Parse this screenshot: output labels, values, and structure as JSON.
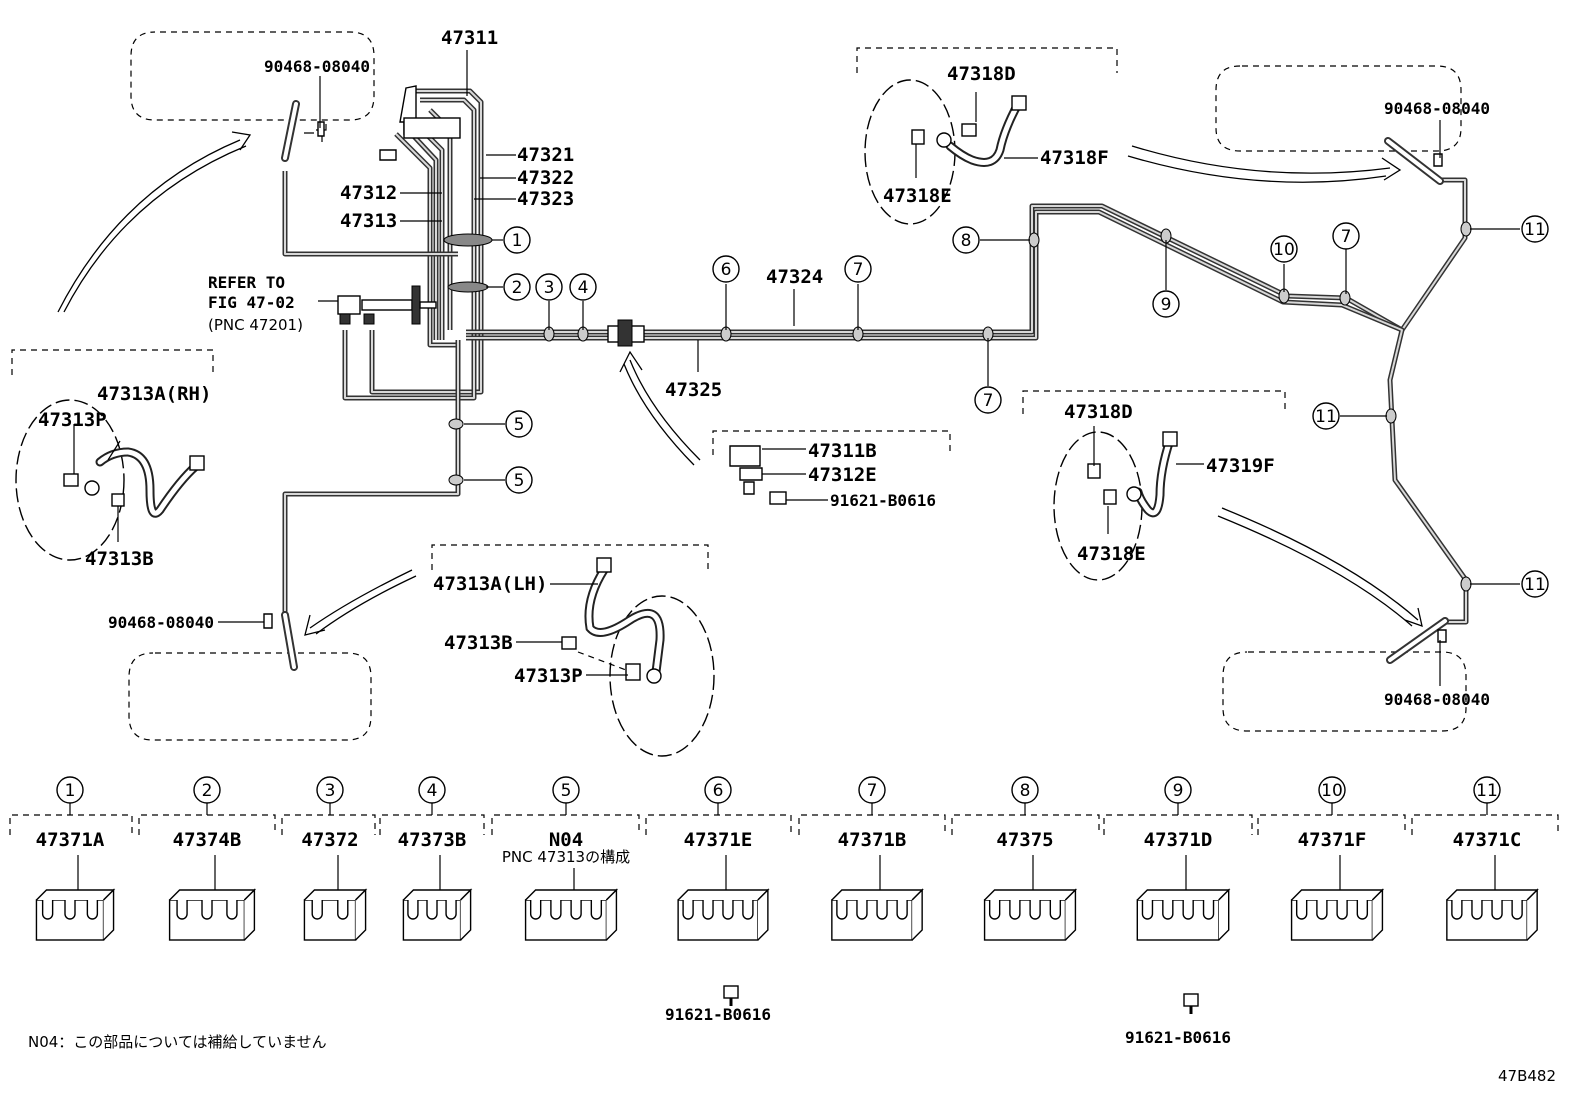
{
  "labels": {
    "p47311": "47311",
    "p47321": "47321",
    "p47322": "47322",
    "p47323": "47323",
    "p47312": "47312",
    "p47313": "47313",
    "refer1": "REFER TO",
    "refer2": "FIG 47-02",
    "refer3": "(PNC 47201)",
    "p47324": "47324",
    "p47325": "47325",
    "p47311B": "47311B",
    "p47312E": "47312E",
    "bolt_mid": "91621-B0616",
    "union_tl": "90468-08040",
    "union_bl": "90468-08040",
    "union_tr": "90468-08040",
    "union_br": "90468-08040",
    "p47313A_RH": "47313A(RH)",
    "p47313P_RH": "47313P",
    "p47313B_RH": "47313B",
    "p47313A_LH": "47313A(LH)",
    "p47313B_LH": "47313B",
    "p47313P_LH": "47313P",
    "p47318D_top": "47318D",
    "p47318E_top": "47318E",
    "p47318F": "47318F",
    "p47318D_bot": "47318D",
    "p47318E_bot": "47318E",
    "p47319F": "47319F",
    "figure_code": "47B482"
  },
  "callouts": {
    "c1": "1",
    "c2": "2",
    "c3": "3",
    "c4": "4",
    "c5a": "5",
    "c5b": "5",
    "c6": "6",
    "c7a": "7",
    "c7b": "7",
    "c7c": "7",
    "c8": "8",
    "c9": "9",
    "c10": "10",
    "c11a": "11",
    "c11b": "11",
    "c11c": "11"
  },
  "clamps": [
    {
      "num": "1",
      "part": "47371A"
    },
    {
      "num": "2",
      "part": "47374B"
    },
    {
      "num": "3",
      "part": "47372"
    },
    {
      "num": "4",
      "part": "47373B"
    },
    {
      "num": "5",
      "part": "N04",
      "note": "PNC 47313の構成"
    },
    {
      "num": "6",
      "part": "47371E",
      "bolt": "91621-B0616"
    },
    {
      "num": "7",
      "part": "47371B"
    },
    {
      "num": "8",
      "part": "47375"
    },
    {
      "num": "9",
      "part": "47371D",
      "bolt": "91621-B0616"
    },
    {
      "num": "10",
      "part": "47371F"
    },
    {
      "num": "11",
      "part": "47371C"
    }
  ],
  "footnote": "N04：この部品については補給していません"
}
